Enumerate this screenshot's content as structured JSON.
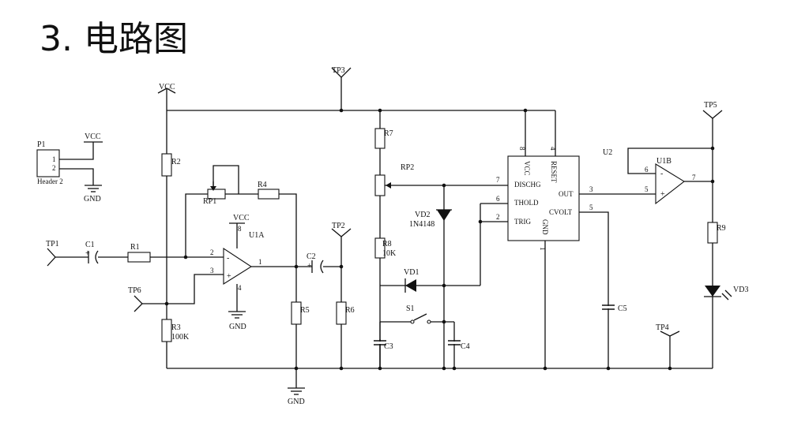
{
  "title": "3. 电路图",
  "refs": {
    "P1": "P1",
    "header": "Header 2",
    "pin1": "1",
    "pin2": "2",
    "TP1": "TP1",
    "TP2": "TP2",
    "TP3": "TP3",
    "TP4": "TP4",
    "TP5": "TP5",
    "TP6": "TP6",
    "C1": "C1",
    "C2": "C2",
    "C3": "C3",
    "C4": "C4",
    "C5": "C5",
    "R1": "R1",
    "R2": "R2",
    "R3": "R3",
    "R3v": "100K",
    "R4": "R4",
    "R5": "R5",
    "R6": "R6",
    "R7": "R7",
    "R8": "R8",
    "R8v": "10K",
    "R9": "R9",
    "RP1": "RP1",
    "RP2": "RP2",
    "U1A": "U1A",
    "U1B": "U1B",
    "U2": "U2",
    "VD1": "VD1",
    "VD2": "VD2",
    "VD2v": "1N4148",
    "VD3": "VD3",
    "S1": "S1",
    "VCC": "VCC",
    "GND": "GND",
    "plus": "+",
    "minus": "-"
  },
  "u2_pins": {
    "vcc": "VCC",
    "reset": "RESET",
    "dischg": "DISCHG",
    "thold": "THOLD",
    "trig": "TRIG",
    "gnd": "GND",
    "out": "OUT",
    "cvolt": "CVOLT",
    "n8": "8",
    "n4": "4",
    "n7": "7",
    "n6": "6",
    "n2": "2",
    "n1": "1",
    "n3": "3",
    "n5": "5"
  },
  "u1a_pins": {
    "n2": "2",
    "n3": "3",
    "n1": "1",
    "n8": "8",
    "n4": "4"
  },
  "u1b_pins": {
    "n6": "6",
    "n5": "5",
    "n7": "7"
  }
}
